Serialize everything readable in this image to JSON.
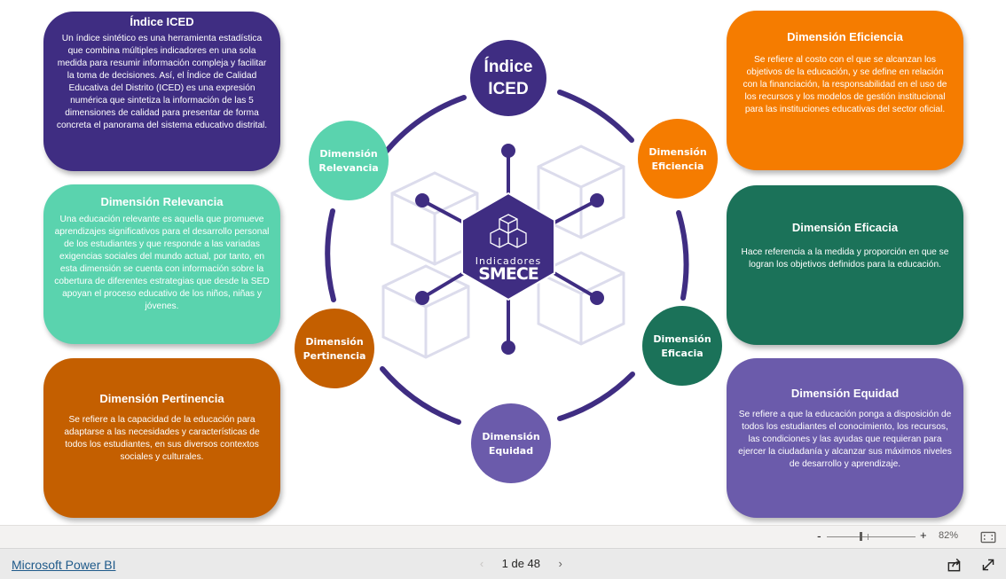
{
  "center": {
    "title_line1": "Índice",
    "title_line2": "ICED",
    "hex_label_line1": "Indicadores",
    "hex_label_line2": "SMECE"
  },
  "nodes": {
    "relevancia": [
      "Dimensión",
      "Relevancia"
    ],
    "eficiencia": [
      "Dimensión",
      "Eficiencia"
    ],
    "pertinencia": [
      "Dimensión",
      "Pertinencia"
    ],
    "eficacia": [
      "Dimensión",
      "Eficacia"
    ],
    "equidad": [
      "Dimensión",
      "Equidad"
    ]
  },
  "cards": {
    "iced": {
      "title": "Índice ICED",
      "text": "Un índice sintético es una herramienta estadística que combina múltiples indicadores en una sola medida para resumir información compleja y facilitar la toma de decisiones. Así, el Índice de Calidad Educativa del Distrito (ICED) es una expresión numérica que sintetiza la información de las 5 dimensiones de calidad para presentar de forma concreta el panorama del sistema educativo distrital."
    },
    "relevancia": {
      "title": "Dimensión Relevancia",
      "text": "Una educación relevante es aquella que promueve aprendizajes significativos para el desarrollo personal de los estudiantes y que responde a las variadas exigencias sociales del mundo actual, por tanto, en esta dimensión se cuenta con información sobre la cobertura de diferentes estrategias que desde la SED apoyan el proceso educativo de los niños, niñas y jóvenes."
    },
    "pertinencia": {
      "title": "Dimensión Pertinencia",
      "text": "Se refiere a la capacidad de la educación para adaptarse a las necesidades y características de todos los estudiantes, en sus diversos contextos sociales y culturales."
    },
    "eficiencia": {
      "title": "Dimensión Eficiencia",
      "text": "Se refiere al costo con el que se alcanzan los objetivos de la educación, y se define en relación con la financiación, la responsabilidad en el uso de los recursos y los modelos de gestión institucional para las instituciones educativas del sector oficial."
    },
    "eficacia": {
      "title": "Dimensión Eficacia",
      "text": "Hace referencia a la medida y proporción en que se logran los objetivos definidos para la educación."
    },
    "equidad": {
      "title": "Dimensión Equidad",
      "text": "Se refiere a que la educación ponga a disposición de todos los estudiantes el conocimiento, los recursos, las condiciones y las ayudas que requieran para ejercer la ciudadanía y alcanzar sus máximos niveles de desarrollo y aprendizaje."
    }
  },
  "colors": {
    "purple_dark": "#3f2d82",
    "purple_mid": "#6b5bab",
    "mint": "#5ad3ae",
    "orange": "#f57c00",
    "burnt_orange": "#c45f00",
    "green_dark": "#1b7259"
  },
  "zoom": {
    "level": 82,
    "level_label": "82%",
    "minus": "-",
    "plus": "+"
  },
  "footer": {
    "brand_link": "Microsoft Power BI",
    "page_indicator": "1 de 48"
  },
  "icons": [
    "fit-to-page-icon",
    "share-icon",
    "fullscreen-icon",
    "chevron-left-icon",
    "chevron-right-icon",
    "cube-logo-icon"
  ]
}
